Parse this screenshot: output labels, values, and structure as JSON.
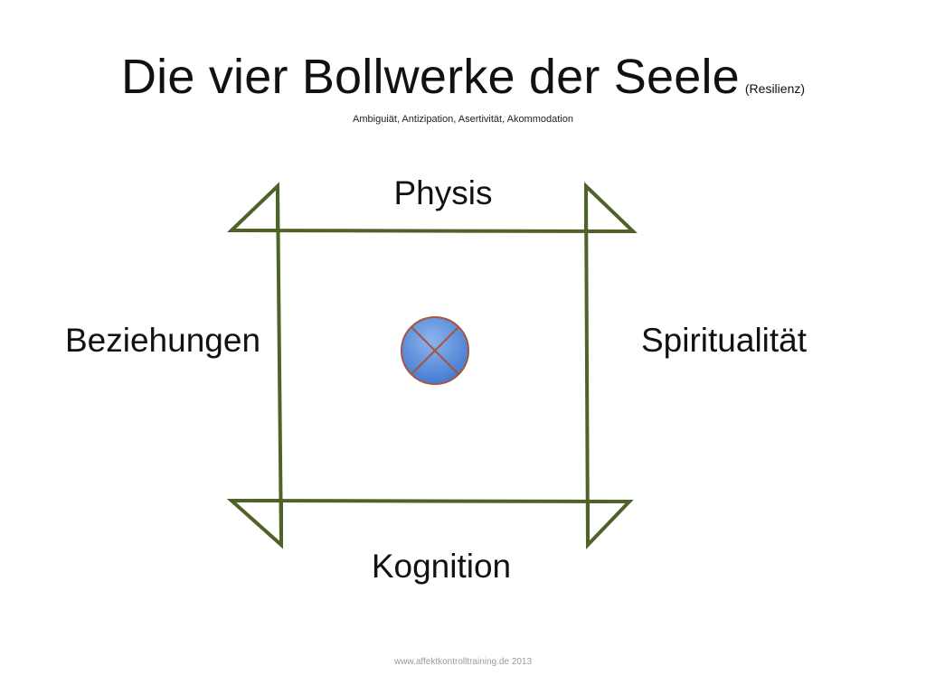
{
  "slide": {
    "title": "Die vier Bollwerke der Seele",
    "title_note": "(Resilienz)",
    "subtitle": "Ambiguiät, Antizipation, Asertivität, Akommodation",
    "footer": "www.affektkontrolltraining.de 2013"
  },
  "diagram": {
    "labels": {
      "top": "Physis",
      "left": "Beziehungen",
      "right": "Spiritualität",
      "bottom": "Kognition"
    },
    "colors": {
      "frame": "#4f6228",
      "circle_fill": "#5b8fd9",
      "circle_stroke": "#a6543f"
    },
    "center_icon": "crossed-circle-icon"
  }
}
